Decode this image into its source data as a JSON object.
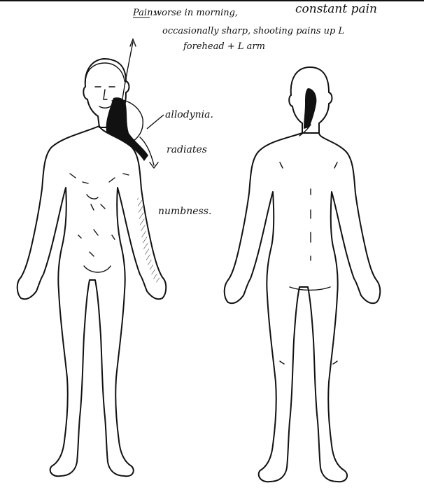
{
  "annotations": {
    "pain_label": "Pain:",
    "pain_line1": "worse in morning,",
    "constant_pain": "constant pain",
    "pain_line2": "occasionally sharp, shooting pains up L",
    "pain_line3": "forehead + L arm",
    "allodynia": "allodynia.",
    "radiates": "radiates",
    "numbness": "numbness."
  },
  "marks": {
    "shaded_color": "#111111",
    "hatch_color": "#222222",
    "shaded_area_front": "left neck, shoulder and upper arm",
    "numb_area_front": "left forearm",
    "shaded_area_back": "back of head and neck"
  }
}
